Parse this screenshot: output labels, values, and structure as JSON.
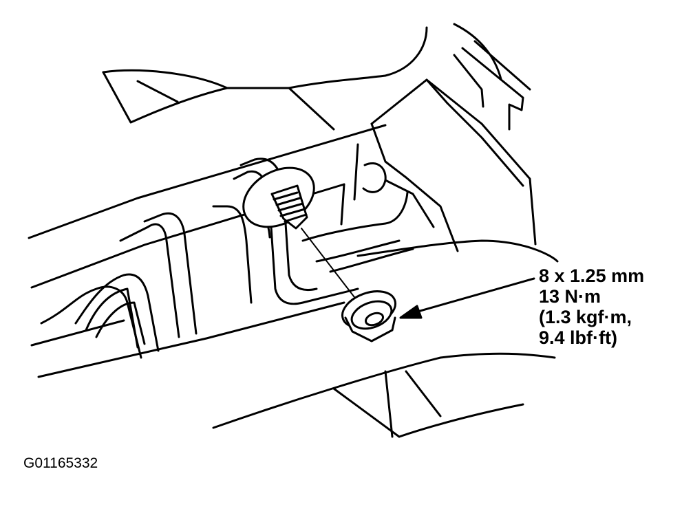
{
  "callout": {
    "line1": "8 x 1.25 mm",
    "line2": "13 N·m",
    "line3": "(1.3 kgf·m,",
    "line4": "9.4 lbf·ft)"
  },
  "figure_id": "G01165332",
  "colors": {
    "ink": "#000000",
    "paper": "#ffffff"
  }
}
